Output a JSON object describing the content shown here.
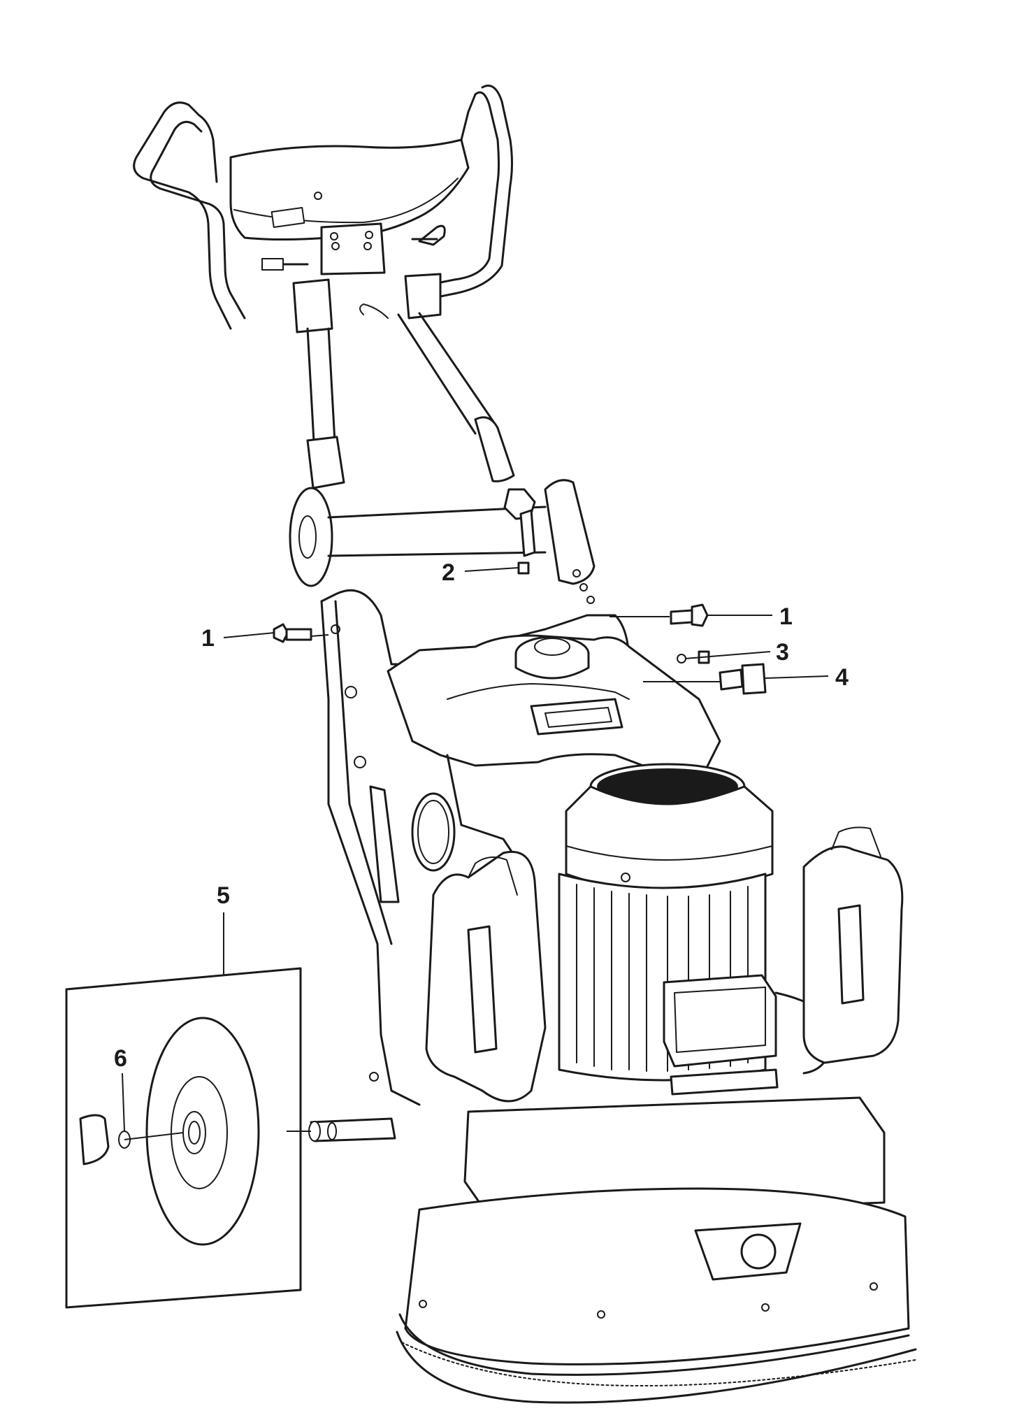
{
  "callouts": [
    {
      "id": "c1a",
      "label": "1"
    },
    {
      "id": "c1b",
      "label": "1"
    },
    {
      "id": "c2",
      "label": "2"
    },
    {
      "id": "c3",
      "label": "3"
    },
    {
      "id": "c4",
      "label": "4"
    },
    {
      "id": "c5",
      "label": "5"
    },
    {
      "id": "c6",
      "label": "6"
    }
  ],
  "colors": {
    "line": "#1a1a1a",
    "background": "#ffffff"
  }
}
